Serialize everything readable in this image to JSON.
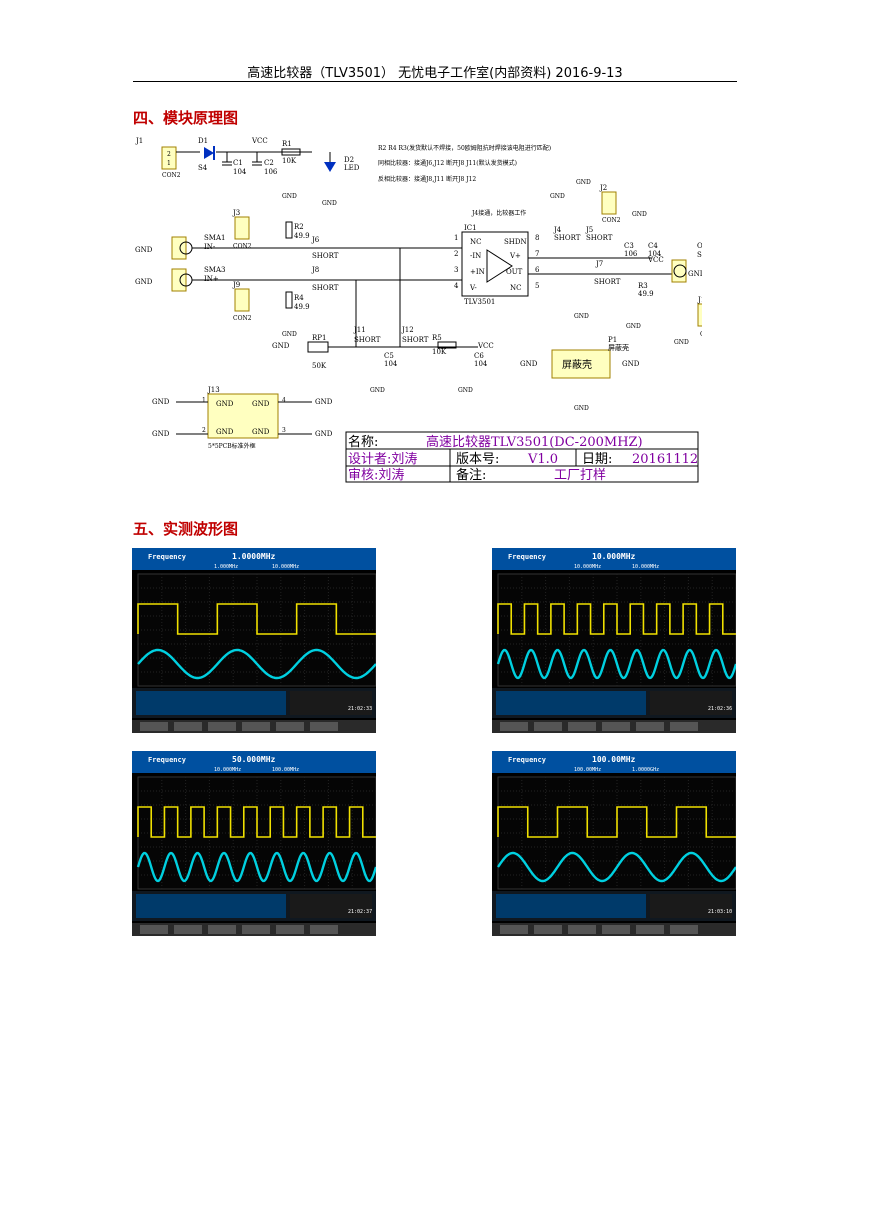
{
  "header": {
    "text": "高速比较器（TLV3501）    无忧电子工作室(内部资料)     2016-9-13"
  },
  "sections": {
    "s4": "四、模块原理图",
    "s5": "五、实测波形图"
  },
  "schematic": {
    "notes": [
      "R2 R4 R3(发货默认不焊接，50欧姆阻抗时焊接该电阻进行匹配)",
      "同相比较器：接通J6,J12 断开J8 J11(默认发货模式)",
      "反相比较器：接通J8,J11 断开J8 J12"
    ],
    "j4_note": "J4接通，比较器工作",
    "title_block": {
      "name_label": "名称:",
      "name_value": "高速比较器TLV3501(DC-200MHZ)",
      "designer": "设计者:刘涛",
      "version_label": "版本号:",
      "version_value": "V1.0",
      "date_label": "日期:",
      "date_value": "20161112",
      "review": "审核:刘涛",
      "remark_label": "备注:",
      "remark_value": "工厂打样"
    },
    "labels": {
      "j13_note": "5*5PCB标准外框",
      "shield": "屏蔽壳",
      "shield_ref": "P1",
      "shield_desc": "屏蔽壳"
    }
  },
  "scopes": [
    {
      "title": "Frequency",
      "freq": "1.0000MHz",
      "range_l": "1.000MHz",
      "range_r": "10.000MHz",
      "cycles": 3,
      "sine_cycles": 3,
      "time": "21:02:33"
    },
    {
      "title": "Frequency",
      "freq": "10.000MHz",
      "range_l": "10.000MHz",
      "range_r": "10.000MHz",
      "cycles": 9,
      "sine_cycles": 9,
      "time": "21:02:36"
    },
    {
      "title": "Frequency",
      "freq": "50.000MHz",
      "range_l": "10.000MHz",
      "range_r": "100.00MHz",
      "cycles": 9,
      "sine_cycles": 9,
      "time": "21:02:37"
    },
    {
      "title": "Frequency",
      "freq": "100.00MHz",
      "range_l": "100.00MHz",
      "range_r": "1.0000GHz",
      "cycles": 4,
      "sine_cycles": 4,
      "time": "21:03:10"
    }
  ],
  "colors": {
    "heading": "#c00000",
    "trace_yellow": "#f0e000",
    "trace_cyan": "#00d0e0",
    "scope_bg": "#000000",
    "scope_bar": "#0050a0"
  }
}
